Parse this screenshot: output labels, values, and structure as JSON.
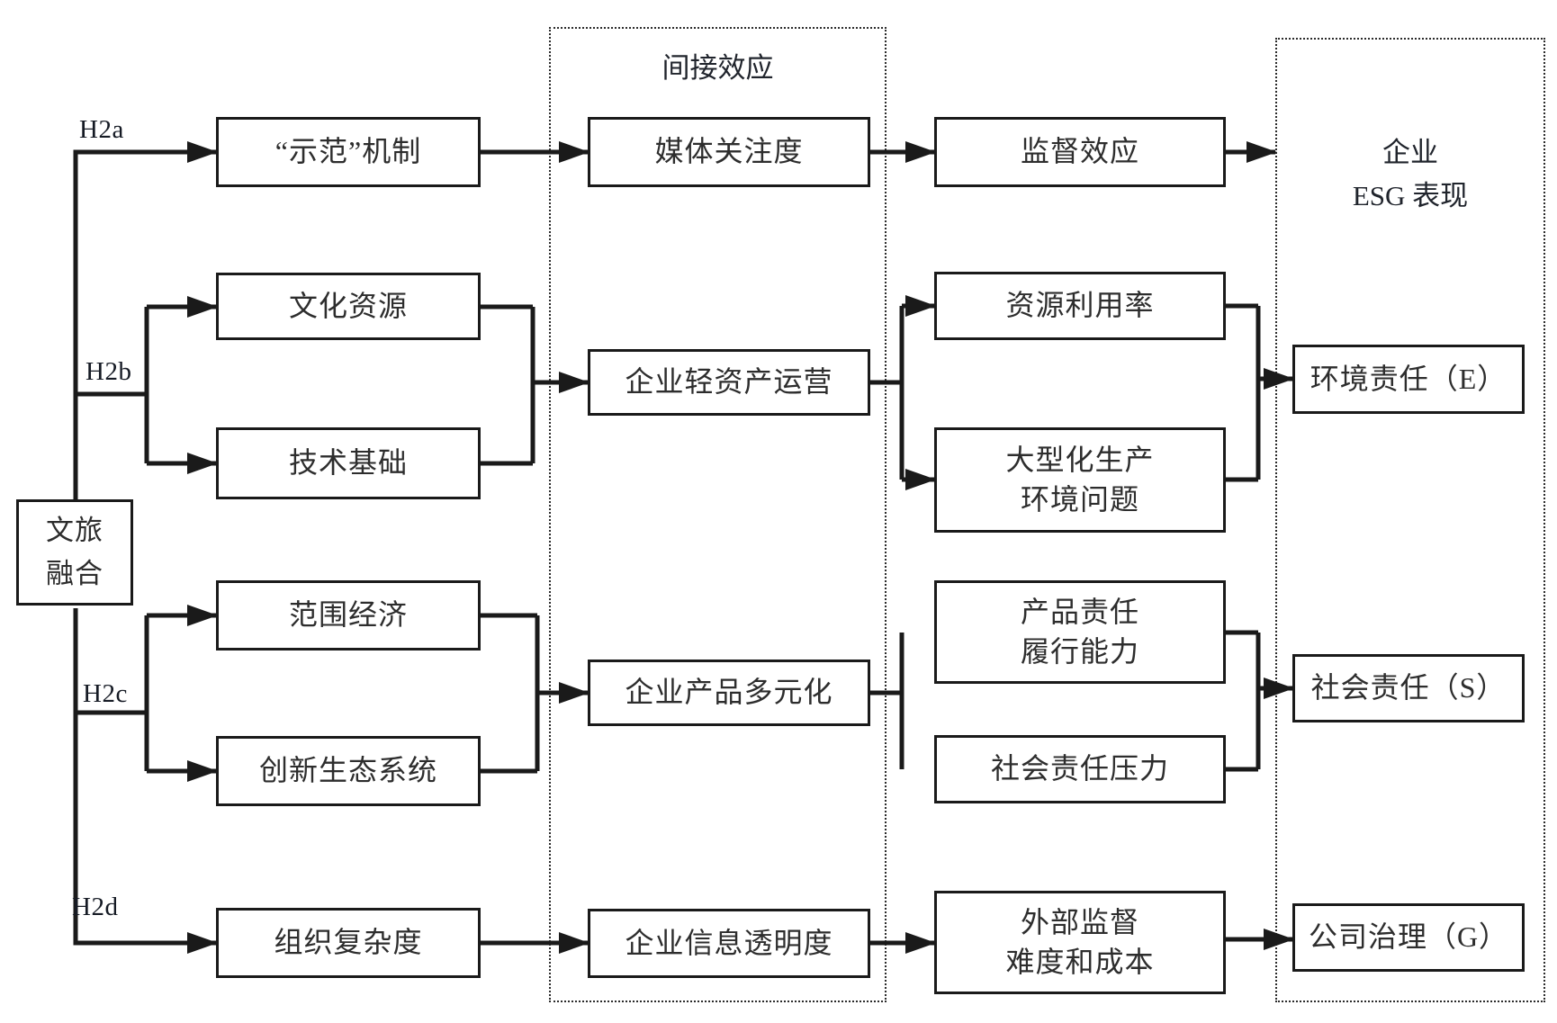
{
  "figure": {
    "source_label": "文旅\n融合",
    "hypotheses": [
      "H2a",
      "H2b",
      "H2c",
      "H2d"
    ],
    "antecedents": {
      "demonstration": "“示范”机制",
      "culture": "文化资源",
      "technology": "技术基础",
      "scope_economy": "范围经济",
      "innovation_ecosystem": "创新生态系统",
      "org_complexity": "组织复杂度"
    },
    "mediator_frame_title": "间接效应",
    "mediators": {
      "media_attention": "媒体关注度",
      "asset_light": "企业轻资产运营",
      "product_diversification": "企业产品多元化",
      "info_transparency": "企业信息透明度"
    },
    "mechanisms": {
      "supervision_effect": "监督效应",
      "resource_utilization": "资源利用率",
      "large_scale_env": "大型化生产\n环境问题",
      "product_responsibility": "产品责任\n履行能力",
      "social_pressure": "社会责任压力",
      "external_supervision": "外部监督\n难度和成本"
    },
    "outcome_frame_title": "企业\nESG 表现",
    "outcomes": {
      "environmental": "环境责任（E）",
      "social": "社会责任（S）",
      "governance": "公司治理（G）"
    },
    "colors": {
      "line": "#1a1a1a",
      "background": "#ffffff",
      "text": "#2d2d2d"
    }
  }
}
